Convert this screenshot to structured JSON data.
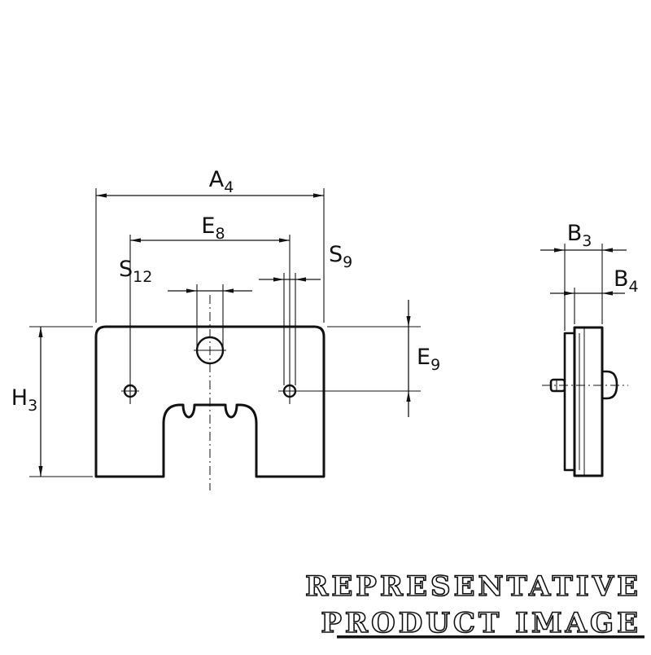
{
  "dims": {
    "a4": {
      "letter": "A",
      "sub": "4"
    },
    "e8": {
      "letter": "E",
      "sub": "8"
    },
    "s12": {
      "letter": "S",
      "sub": "12"
    },
    "s9": {
      "letter": "S",
      "sub": "9"
    },
    "h3": {
      "letter": "H",
      "sub": "3"
    },
    "e9": {
      "letter": "E",
      "sub": "9"
    },
    "b3": {
      "letter": "B",
      "sub": "3"
    },
    "b4": {
      "letter": "B",
      "sub": "4"
    }
  },
  "watermark": {
    "line1": "REPRESENTATIVE",
    "line2": "PRODUCT IMAGE"
  },
  "colors": {
    "ink": "#111111",
    "background": "#ffffff"
  }
}
